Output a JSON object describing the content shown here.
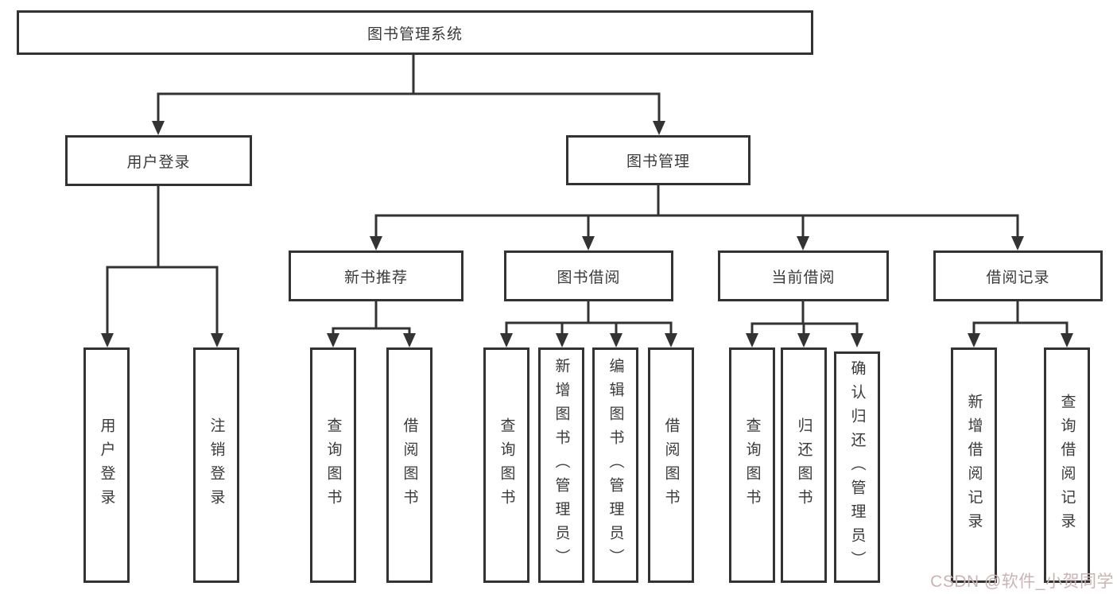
{
  "tree": {
    "root": "图书管理系统",
    "user_login": {
      "label": "用户登录",
      "children": [
        "用户登录",
        "注销登录"
      ]
    },
    "book_mgmt": {
      "label": "图书管理",
      "children": [
        {
          "label": "新书推荐",
          "children": [
            "查询图书",
            "借阅图书"
          ]
        },
        {
          "label": "图书借阅",
          "children": [
            "查询图书",
            "新增图书（管理员）",
            "编辑图书（管理员）",
            "借阅图书"
          ]
        },
        {
          "label": "当前借阅",
          "children": [
            "查询图书",
            "归还图书",
            "确认归还（管理员）"
          ]
        },
        {
          "label": "借阅记录",
          "children": [
            "新增借阅记录",
            "查询借阅记录"
          ]
        }
      ]
    }
  },
  "watermark": "CSDN @软件_小贺同学",
  "colors": {
    "line": "#333333",
    "text": "#3a3a3a",
    "watermark": "#ccb3b3",
    "background": "#ffffff"
  }
}
